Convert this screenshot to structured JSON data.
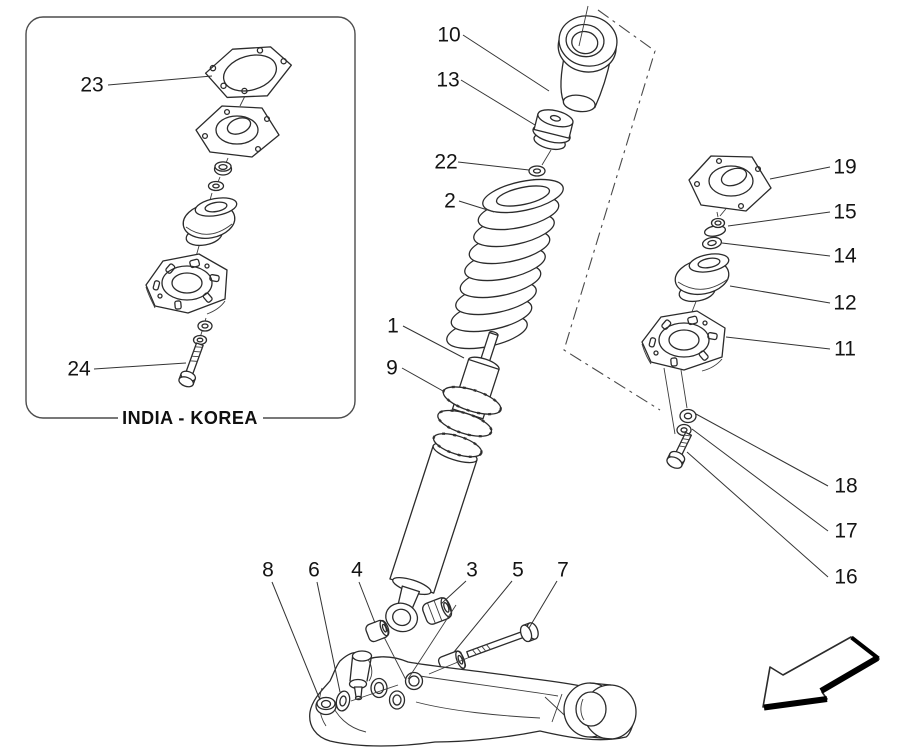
{
  "diagram": {
    "colors": {
      "line": "#2b2b2b",
      "background": "#ffffff",
      "label": "#141414"
    },
    "inset": {
      "caption": "INDIA - KOREA",
      "callouts": [
        {
          "label": "23"
        },
        {
          "label": "24"
        }
      ]
    },
    "main": {
      "callouts": [
        {
          "label": "10"
        },
        {
          "label": "13"
        },
        {
          "label": "22"
        },
        {
          "label": "2"
        },
        {
          "label": "1"
        },
        {
          "label": "9"
        },
        {
          "label": "8"
        },
        {
          "label": "6"
        },
        {
          "label": "4"
        },
        {
          "label": "3"
        },
        {
          "label": "5"
        },
        {
          "label": "7"
        }
      ]
    },
    "right": {
      "callouts": [
        {
          "label": "19"
        },
        {
          "label": "15"
        },
        {
          "label": "14"
        },
        {
          "label": "12"
        },
        {
          "label": "11"
        },
        {
          "label": "18"
        },
        {
          "label": "17"
        },
        {
          "label": "16"
        }
      ]
    }
  }
}
